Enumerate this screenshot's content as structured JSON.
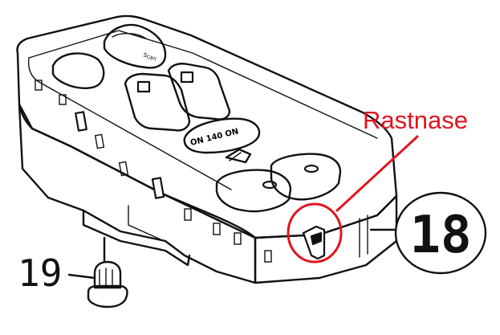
{
  "callout": {
    "label": "Rastnase",
    "color": "#e0141e"
  },
  "parts": [
    {
      "number": "18"
    },
    {
      "number": "19"
    }
  ],
  "switch_labels": {
    "top_knob": "Scan",
    "center_toggle": "ON 140 ON"
  },
  "icons": {
    "window_switch": "window-switch-icon",
    "mirror": "mirror-icon"
  }
}
